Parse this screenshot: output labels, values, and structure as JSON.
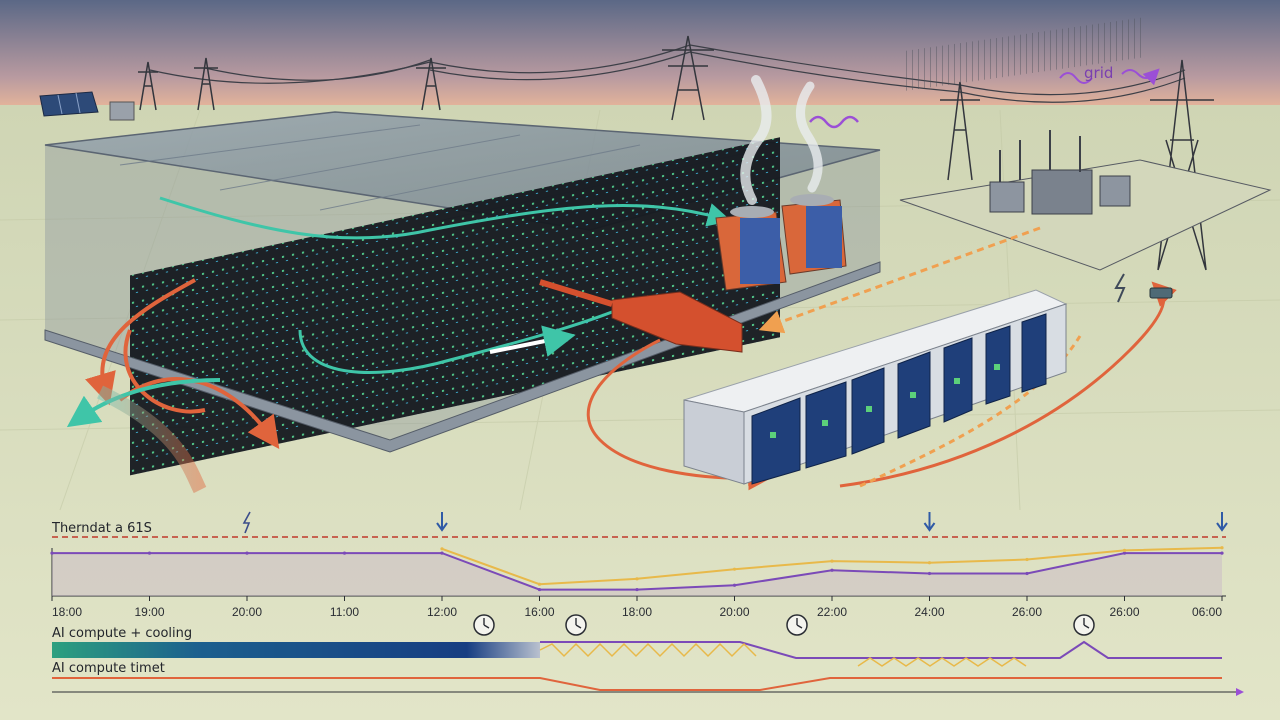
{
  "scene": {
    "grid_label": "grid",
    "colors": {
      "sky_top": "#5d6a86",
      "sky_horizon": "#e9b79a",
      "ground": "#dfe3c4",
      "coolant": "#3fc5a8",
      "heat": "#e0643c",
      "power": "#f0a050",
      "grid_signal": "#9b4fd6",
      "battery": "#1f3f7a"
    },
    "icons": [
      "solar-panel-icon",
      "transmission-tower-icon",
      "substation-icon",
      "cooling-tower-icon",
      "heat-exchanger-icon",
      "battery-storage-icon",
      "lightning-bolt-icon"
    ]
  },
  "timeline": {
    "threshold_label": "Therndat a 61S",
    "x_ticks": [
      "18:00",
      "19:00",
      "20:00",
      "11:00",
      "12:00",
      "16:00",
      "18:00",
      "20:00",
      "22:00",
      "24:00",
      "26:00",
      "26:00",
      "06:00"
    ],
    "lane1_label": "AI compute + cooling",
    "lane2_label": "AI compute timet",
    "markers": [
      "lightning-bolt-icon",
      "down-arrow-icon",
      "down-arrow-icon",
      "down-arrow-icon"
    ],
    "clocks": [
      "clock-icon",
      "clock-icon",
      "clock-icon",
      "clock-icon"
    ]
  },
  "chart_data": {
    "type": "line",
    "x": [
      "18:00",
      "19:00",
      "20:00",
      "11:00",
      "12:00",
      "16:00",
      "18:00",
      "20:00",
      "22:00",
      "24:00",
      "26:00",
      "26:00",
      "06:00"
    ],
    "threshold": 1.0,
    "series": [
      {
        "values": [
          0.8,
          0.8,
          0.8,
          0.8,
          0.8,
          0.12,
          0.12,
          0.2,
          0.48,
          0.42,
          0.42,
          0.8,
          0.8
        ]
      },
      {
        "values": [
          null,
          null,
          null,
          null,
          0.88,
          0.22,
          0.32,
          0.5,
          0.65,
          0.62,
          0.68,
          0.85,
          0.9
        ]
      }
    ],
    "ylim": [
      0,
      1.1
    ]
  }
}
